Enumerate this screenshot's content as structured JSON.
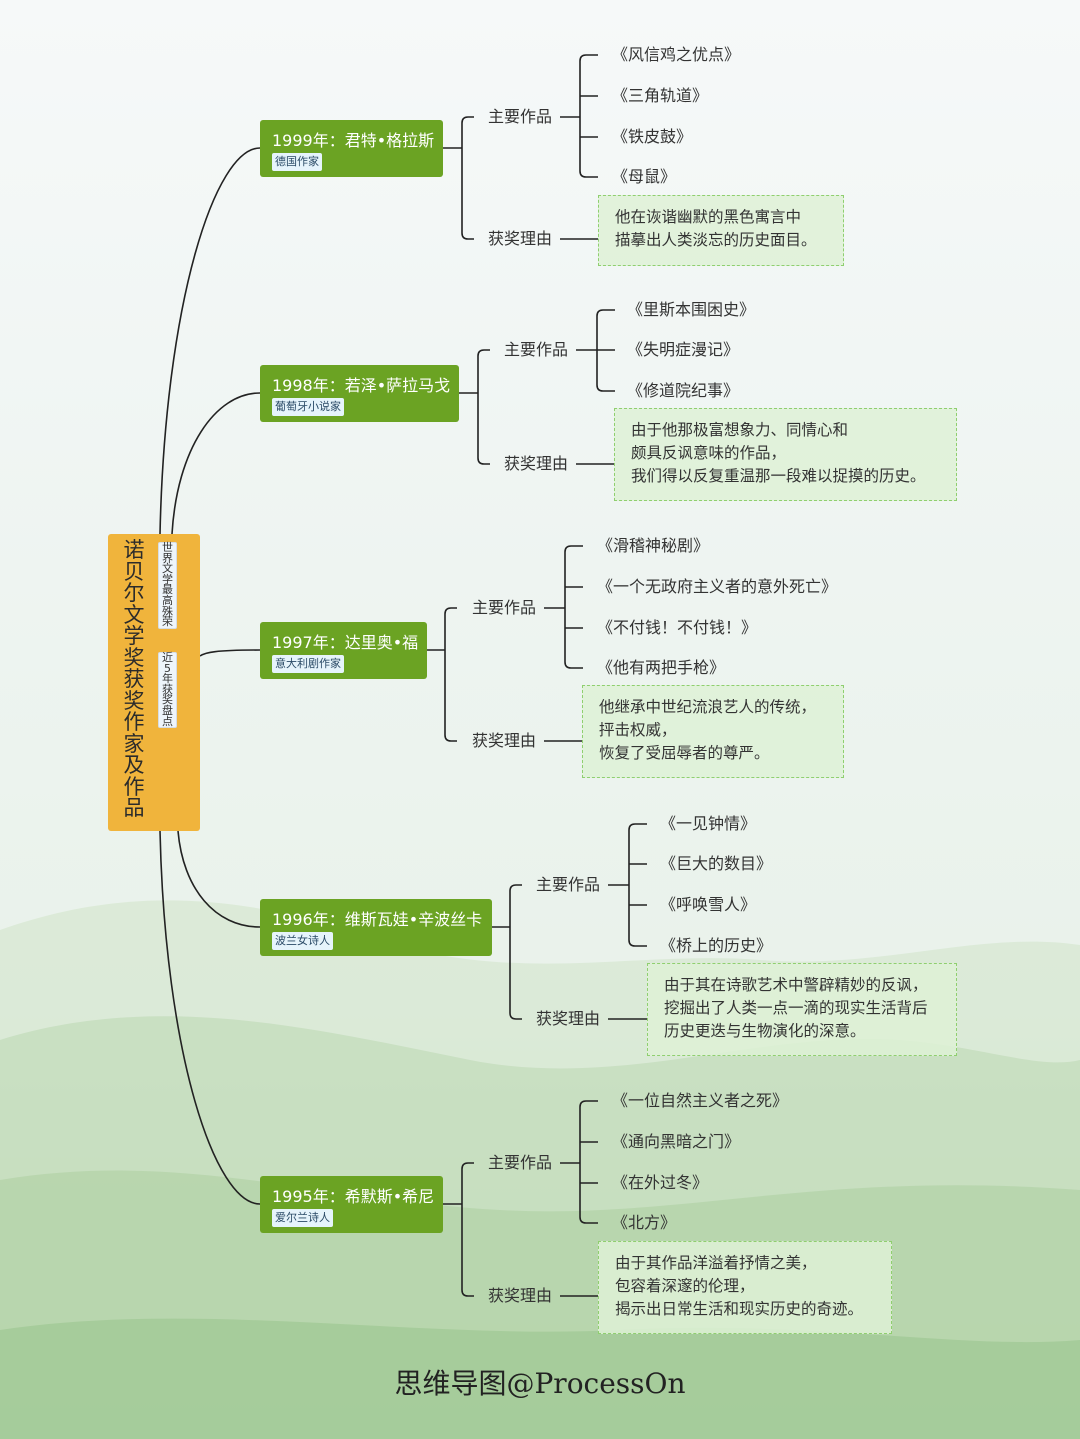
{
  "root": {
    "title": "诺贝尔文学奖获奖作家及作品",
    "tag1": "世界文学最高殊荣",
    "tag2": "近5年获奖盘点"
  },
  "labels": {
    "works": "主要作品",
    "reason": "获奖理由"
  },
  "authors": [
    {
      "name": "1999年：君特•格拉斯",
      "tag": "德国作家",
      "works": [
        "《风信鸡之优点》",
        "《三角轨道》",
        "《铁皮鼓》",
        "《母鼠》"
      ],
      "reason": "他在诙谐幽默的黑色寓言中\n描摹出人类淡忘的历史面目。"
    },
    {
      "name": "1998年：若泽•萨拉马戈",
      "tag": "葡萄牙小说家",
      "works": [
        "《里斯本围困史》",
        "《失明症漫记》",
        "《修道院纪事》"
      ],
      "reason": "由于他那极富想象力、同情心和\n颇具反讽意味的作品，\n我们得以反复重温那一段难以捉摸的历史。"
    },
    {
      "name": "1997年：达里奥•福",
      "tag": "意大利剧作家",
      "works": [
        "《滑稽神秘剧》",
        "《一个无政府主义者的意外死亡》",
        "《不付钱！不付钱！》",
        "《他有两把手枪》"
      ],
      "reason": "他继承中世纪流浪艺人的传统，\n抨击权威，\n恢复了受屈辱者的尊严。"
    },
    {
      "name": "1996年：维斯瓦娃•辛波丝卡",
      "tag": "波兰女诗人",
      "works": [
        "《一见钟情》",
        "《巨大的数目》",
        "《呼唤雪人》",
        "《桥上的历史》"
      ],
      "reason": "由于其在诗歌艺术中警辟精妙的反讽，\n挖掘出了人类一点一滴的现实生活背后\n历史更迭与生物演化的深意。"
    },
    {
      "name": "1995年：希默斯•希尼",
      "tag": "爱尔兰诗人",
      "works": [
        "《一位自然主义者之死》",
        "《通向黑暗之门》",
        "《在外过冬》",
        "《北方》"
      ],
      "reason": "由于其作品洋溢着抒情之美，\n包容着深邃的伦理，\n揭示出日常生活和现实历史的奇迹。"
    }
  ],
  "watermark": "思维导图@ProcessOn",
  "colors": {
    "root": "#f0b43c",
    "author": "#6ba323",
    "reason_border": "#8fcf6f",
    "line": "#222222"
  }
}
